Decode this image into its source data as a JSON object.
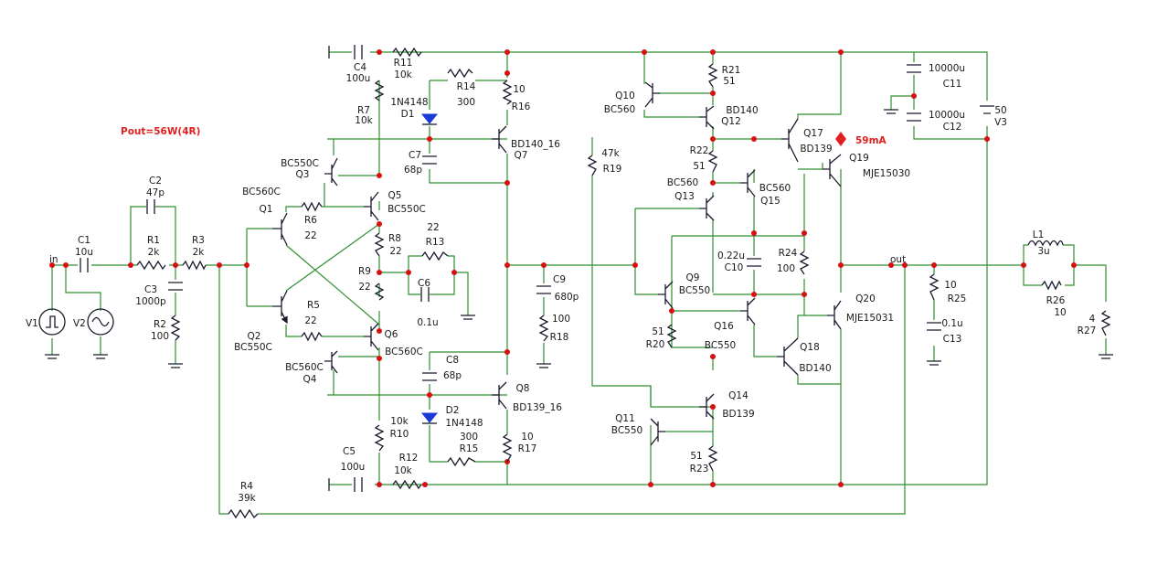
{
  "annotations": {
    "pout": "Pout=56W(4R)",
    "bias_current": "59mA"
  },
  "nets": {
    "input": "in",
    "output": "out"
  },
  "colors": {
    "wire": "#2f8f2f",
    "component": "#1a1a2e",
    "node": "#d81010",
    "annotation": "#e02020",
    "diode": "#1a3ad8"
  },
  "components": [
    {
      "ref": "C1",
      "value": "10u"
    },
    {
      "ref": "C2",
      "value": "47p"
    },
    {
      "ref": "R1",
      "value": "2k"
    },
    {
      "ref": "R3",
      "value": "2k"
    },
    {
      "ref": "C3",
      "value": "1000p"
    },
    {
      "ref": "R2",
      "value": "100"
    },
    {
      "ref": "V1",
      "value": ""
    },
    {
      "ref": "V2",
      "value": ""
    },
    {
      "ref": "R4",
      "value": "39k"
    },
    {
      "ref": "C4",
      "value": "100u"
    },
    {
      "ref": "R11",
      "value": "10k"
    },
    {
      "ref": "R7",
      "value": "10k"
    },
    {
      "ref": "D1",
      "value": "1N4148"
    },
    {
      "ref": "R14",
      "value": "300"
    },
    {
      "ref": "R16",
      "value": "10"
    },
    {
      "ref": "Q7",
      "value": "BD140_16"
    },
    {
      "ref": "C7",
      "value": "68p"
    },
    {
      "ref": "Q3",
      "value": "BC550C"
    },
    {
      "ref": "Q1",
      "value": "BC560C"
    },
    {
      "ref": "Q5",
      "value": "BC550C"
    },
    {
      "ref": "R6",
      "value": "22"
    },
    {
      "ref": "R8",
      "value": "22"
    },
    {
      "ref": "R9",
      "value": "22"
    },
    {
      "ref": "R13",
      "value": "22"
    },
    {
      "ref": "C6",
      "value": "0.1u"
    },
    {
      "ref": "R5",
      "value": "22"
    },
    {
      "ref": "Q2",
      "value": "BC550C"
    },
    {
      "ref": "Q6",
      "value": "BC560C"
    },
    {
      "ref": "Q4",
      "value": "BC560C"
    },
    {
      "ref": "C8",
      "value": "68p"
    },
    {
      "ref": "Q8",
      "value": "BD139_16"
    },
    {
      "ref": "D2",
      "value": "1N4148"
    },
    {
      "ref": "R10",
      "value": "10k"
    },
    {
      "ref": "R15",
      "value": "300"
    },
    {
      "ref": "R17",
      "value": "10"
    },
    {
      "ref": "C5",
      "value": "100u"
    },
    {
      "ref": "R12",
      "value": "10k"
    },
    {
      "ref": "C9",
      "value": "680p"
    },
    {
      "ref": "R18",
      "value": "100"
    },
    {
      "ref": "R19",
      "value": "47k"
    },
    {
      "ref": "Q10",
      "value": "BC560"
    },
    {
      "ref": "R21",
      "value": "51"
    },
    {
      "ref": "Q12",
      "value": "BD140"
    },
    {
      "ref": "R22",
      "value": "51"
    },
    {
      "ref": "Q13",
      "value": "BC560"
    },
    {
      "ref": "Q15",
      "value": "BC560"
    },
    {
      "ref": "Q17",
      "value": "BD139"
    },
    {
      "ref": "Q19",
      "value": "MJE15030"
    },
    {
      "ref": "C10",
      "value": "0.22u"
    },
    {
      "ref": "R24",
      "value": "100"
    },
    {
      "ref": "Q9",
      "value": "BC550"
    },
    {
      "ref": "R20",
      "value": "51"
    },
    {
      "ref": "Q16",
      "value": "BC550"
    },
    {
      "ref": "Q18",
      "value": "BD140"
    },
    {
      "ref": "Q20",
      "value": "MJE15031"
    },
    {
      "ref": "Q11",
      "value": "BC550"
    },
    {
      "ref": "Q14",
      "value": "BD139"
    },
    {
      "ref": "R23",
      "value": "51"
    },
    {
      "ref": "C11",
      "value": "10000u"
    },
    {
      "ref": "C12",
      "value": "10000u"
    },
    {
      "ref": "V3",
      "value": "50"
    },
    {
      "ref": "R25",
      "value": "10"
    },
    {
      "ref": "C13",
      "value": "0.1u"
    },
    {
      "ref": "L1",
      "value": "3u"
    },
    {
      "ref": "R26",
      "value": "10"
    },
    {
      "ref": "R27",
      "value": "4"
    }
  ]
}
